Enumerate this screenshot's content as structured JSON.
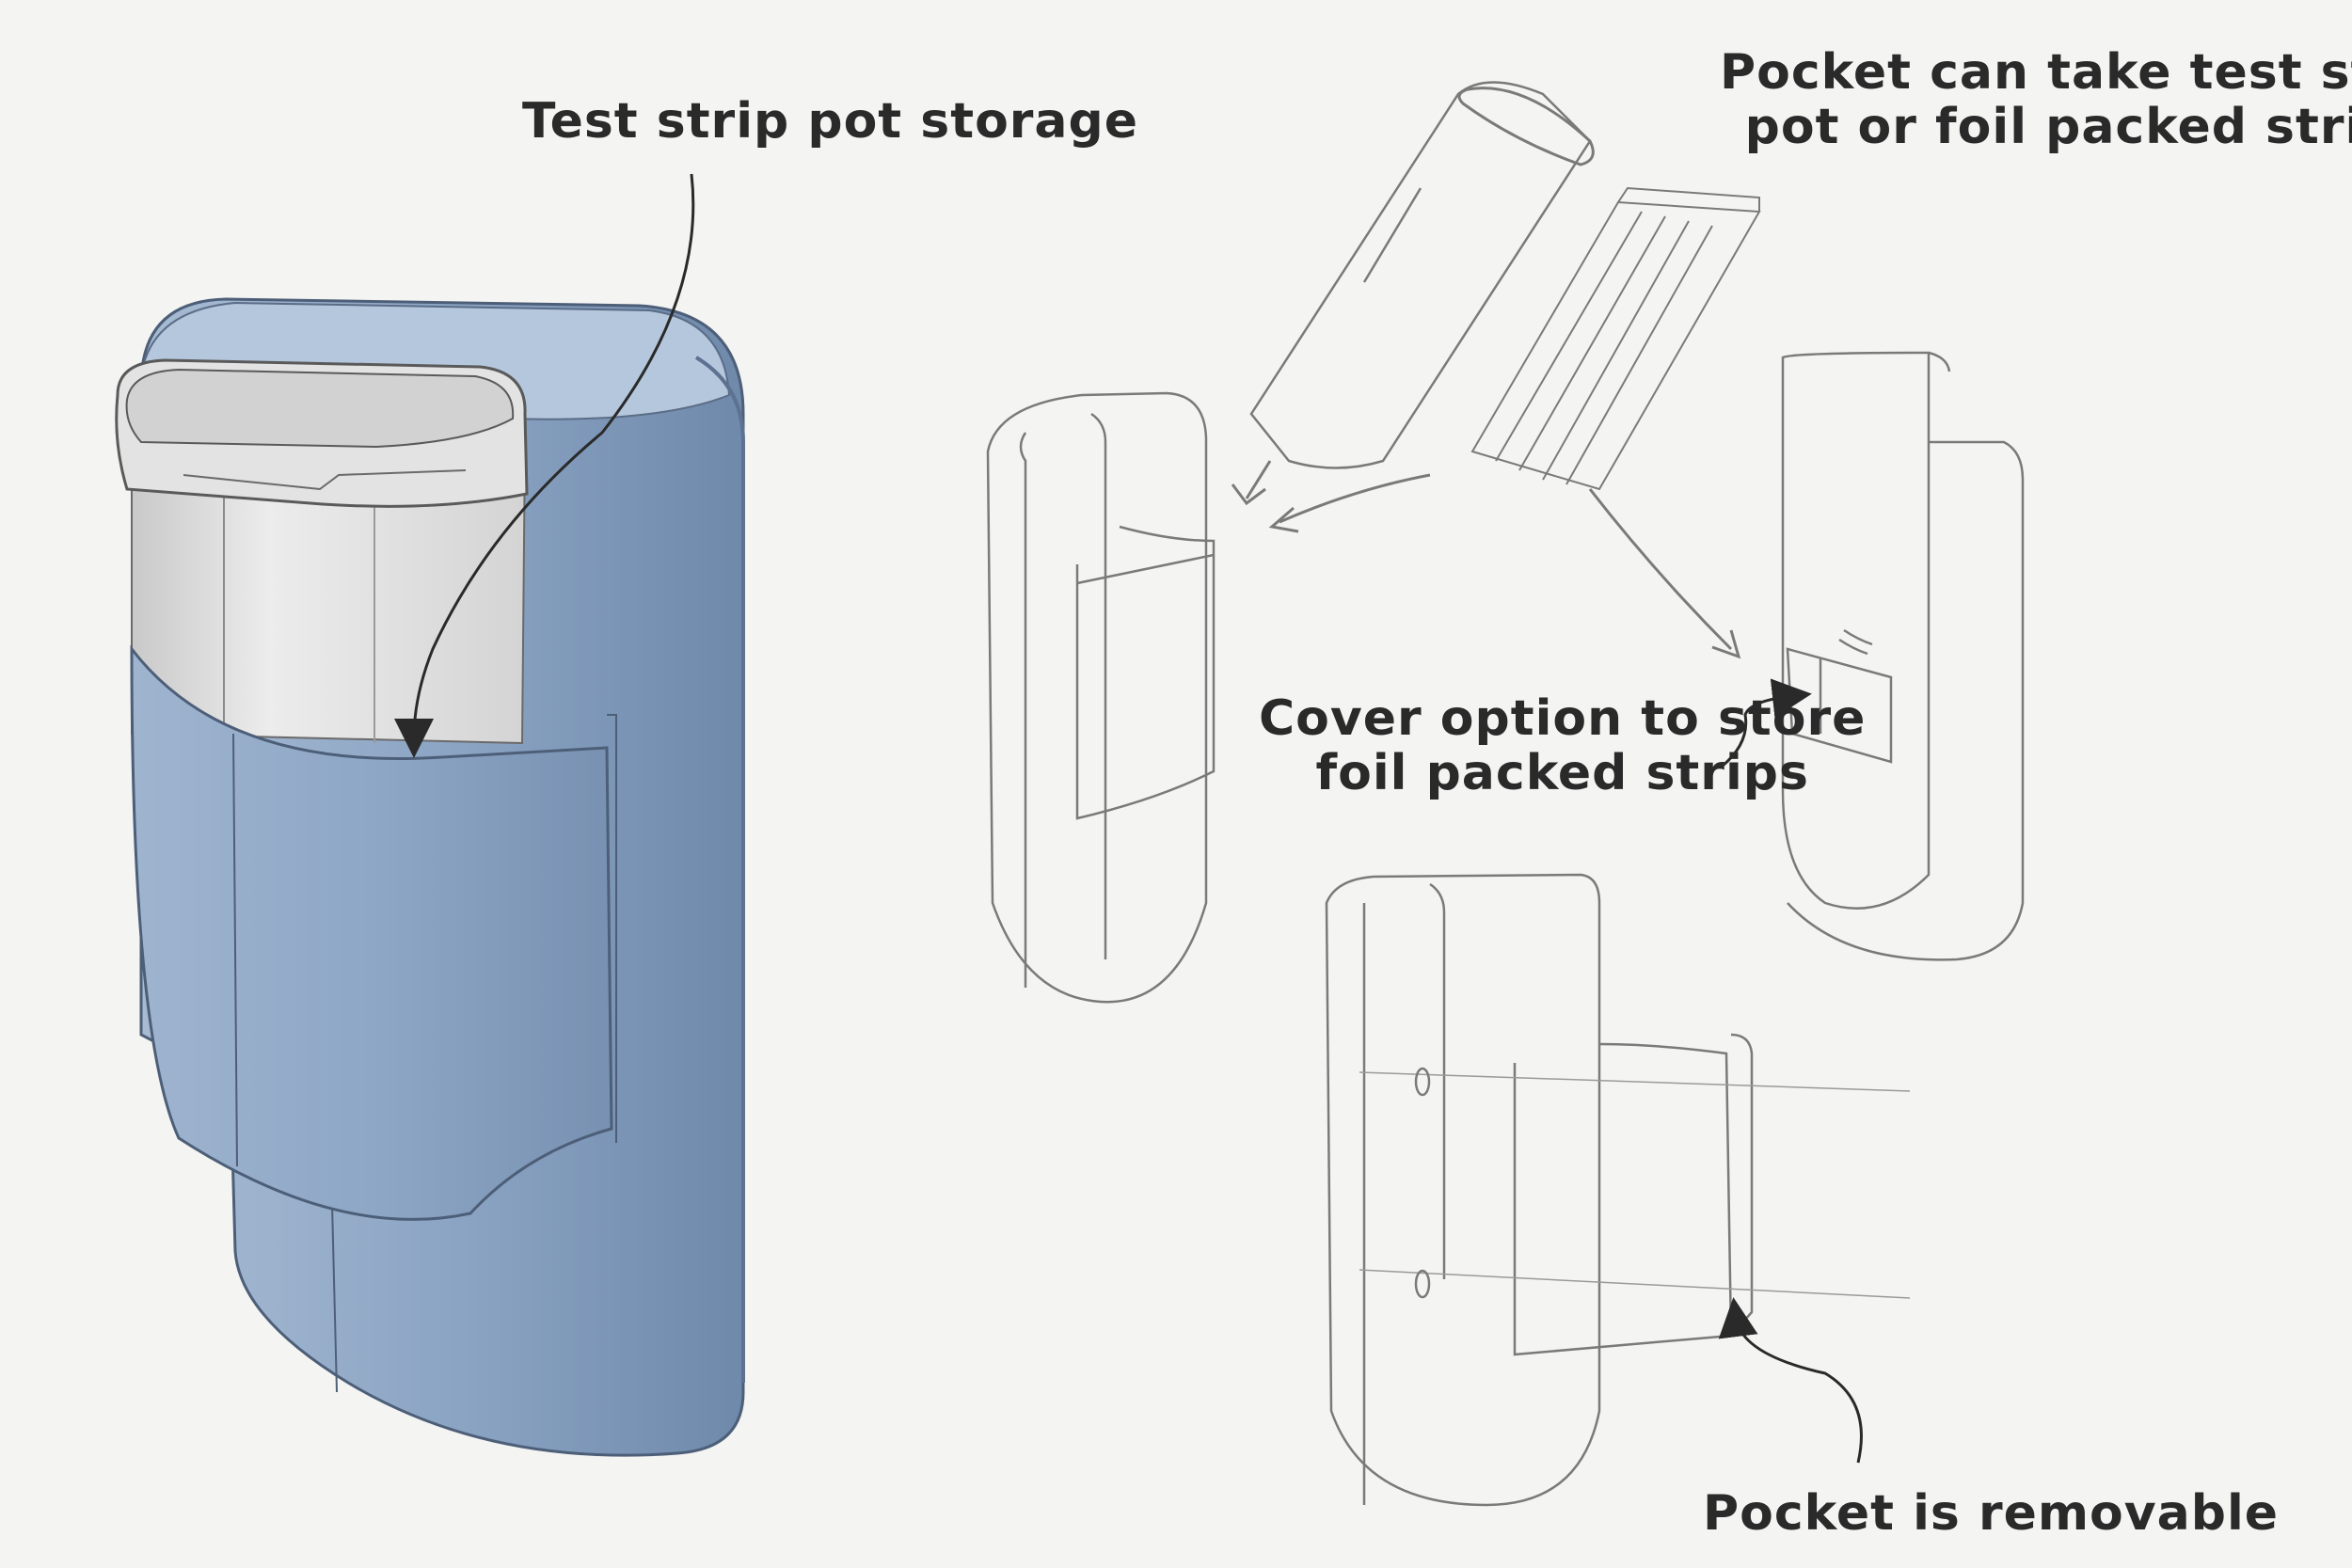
{
  "annotations": {
    "pot_storage": "Test strip pot storage",
    "pocket_take": [
      "Pocket can take test strip",
      "pot or foil packed strips"
    ],
    "cover_option": [
      "Cover option to store",
      "foil packed strips"
    ],
    "removable": "Pocket is removable"
  },
  "colors": {
    "background": "#f4f4f3",
    "case_blue": "#8ea6c4",
    "case_blue_light": "#b4c6dc",
    "pot_grey": "#e1e1e1",
    "sketch_line": "#7a7a7a",
    "annotation_ink": "#2a2a2a"
  }
}
